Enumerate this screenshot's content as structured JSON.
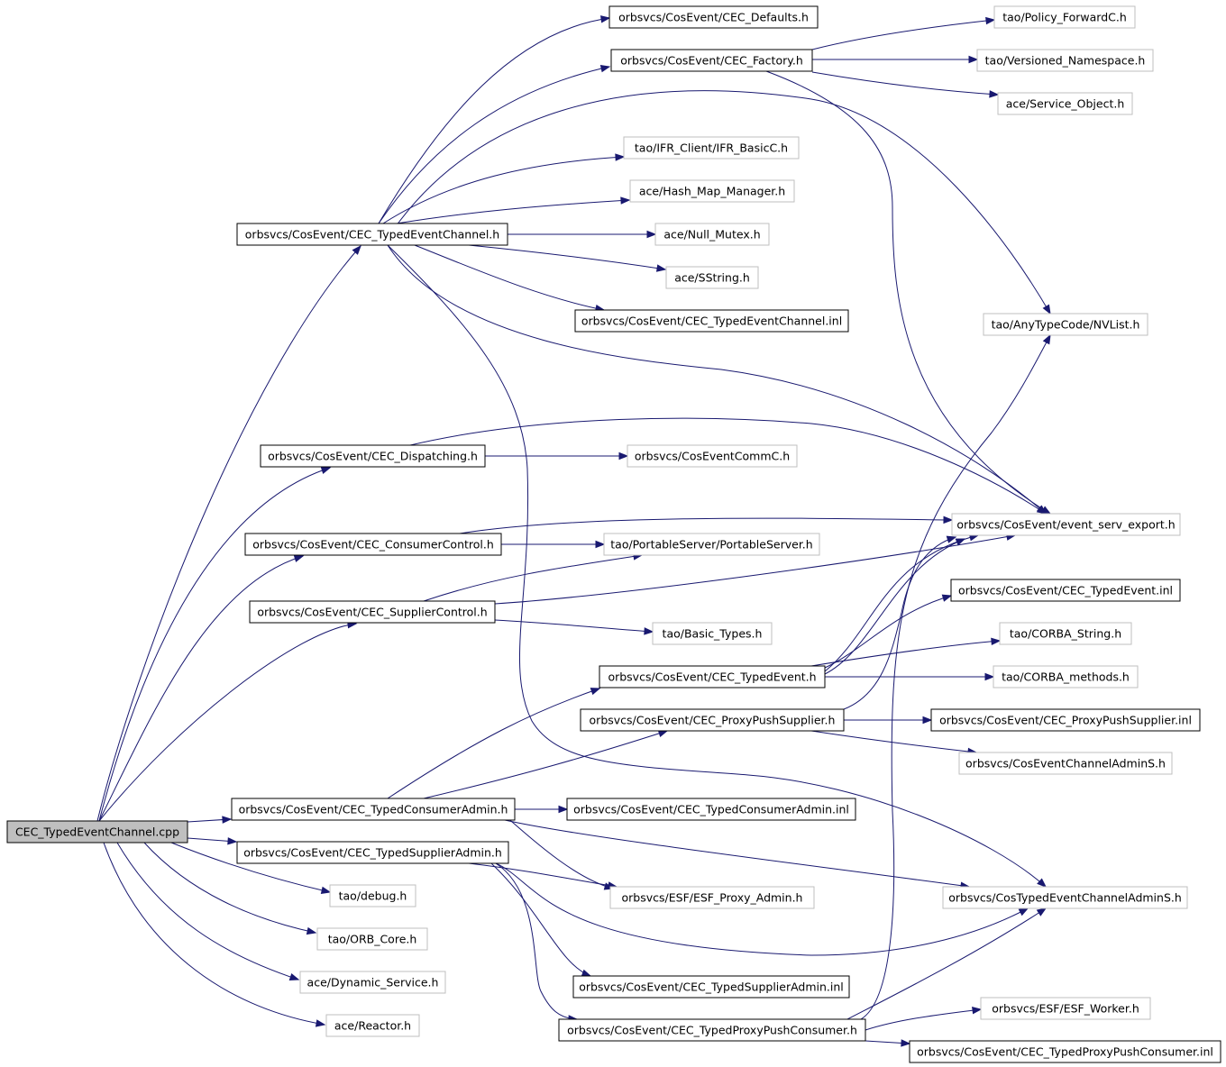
{
  "colors": {
    "edge": "#191970",
    "root_fill": "#bfbfbf",
    "solid_border": "#000000",
    "faint_border": "#bfbfbf"
  },
  "nodes": {
    "root": "CEC_TypedEventChannel.cpp",
    "cec_defaults": "orbsvcs/CosEvent/CEC_Defaults.h",
    "cec_factory": "orbsvcs/CosEvent/CEC_Factory.h",
    "policy_forward": "tao/Policy_ForwardC.h",
    "versioned_namespace": "tao/Versioned_Namespace.h",
    "service_object": "ace/Service_Object.h",
    "ifr_basic": "tao/IFR_Client/IFR_BasicC.h",
    "hash_map": "ace/Hash_Map_Manager.h",
    "typed_event_channel_h": "orbsvcs/CosEvent/CEC_TypedEventChannel.h",
    "null_mutex": "ace/Null_Mutex.h",
    "sstring": "ace/SString.h",
    "typed_event_channel_inl": "orbsvcs/CosEvent/CEC_TypedEventChannel.inl",
    "nvlist": "tao/AnyTypeCode/NVList.h",
    "dispatching": "orbsvcs/CosEvent/CEC_Dispatching.h",
    "coseventcommc": "orbsvcs/CosEventCommC.h",
    "event_serv_export": "orbsvcs/CosEvent/event_serv_export.h",
    "consumer_control": "orbsvcs/CosEvent/CEC_ConsumerControl.h",
    "portable_server": "tao/PortableServer/PortableServer.h",
    "supplier_control": "orbsvcs/CosEvent/CEC_SupplierControl.h",
    "typed_event_inl": "orbsvcs/CosEvent/CEC_TypedEvent.inl",
    "basic_types": "tao/Basic_Types.h",
    "corba_string": "tao/CORBA_String.h",
    "typed_event_h": "orbsvcs/CosEvent/CEC_TypedEvent.h",
    "corba_methods": "tao/CORBA_methods.h",
    "proxy_push_supplier_h": "orbsvcs/CosEvent/CEC_ProxyPushSupplier.h",
    "proxy_push_supplier_inl": "orbsvcs/CosEvent/CEC_ProxyPushSupplier.inl",
    "coseventchanneladmins": "orbsvcs/CosEventChannelAdminS.h",
    "typed_consumer_admin_h": "orbsvcs/CosEvent/CEC_TypedConsumerAdmin.h",
    "typed_consumer_admin_inl": "orbsvcs/CosEvent/CEC_TypedConsumerAdmin.inl",
    "typed_supplier_admin_h": "orbsvcs/CosEvent/CEC_TypedSupplierAdmin.h",
    "debug": "tao/debug.h",
    "esf_proxy_admin": "orbsvcs/ESF/ESF_Proxy_Admin.h",
    "costypedeventchanneladmins": "orbsvcs/CosTypedEventChannelAdminS.h",
    "orb_core": "tao/ORB_Core.h",
    "dynamic_service": "ace/Dynamic_Service.h",
    "typed_supplier_admin_inl": "orbsvcs/CosEvent/CEC_TypedSupplierAdmin.inl",
    "reactor": "ace/Reactor.h",
    "esf_worker": "orbsvcs/ESF/ESF_Worker.h",
    "typed_proxy_push_consumer_h": "orbsvcs/CosEvent/CEC_TypedProxyPushConsumer.h",
    "typed_proxy_push_consumer_inl": "orbsvcs/CosEvent/CEC_TypedProxyPushConsumer.inl"
  }
}
